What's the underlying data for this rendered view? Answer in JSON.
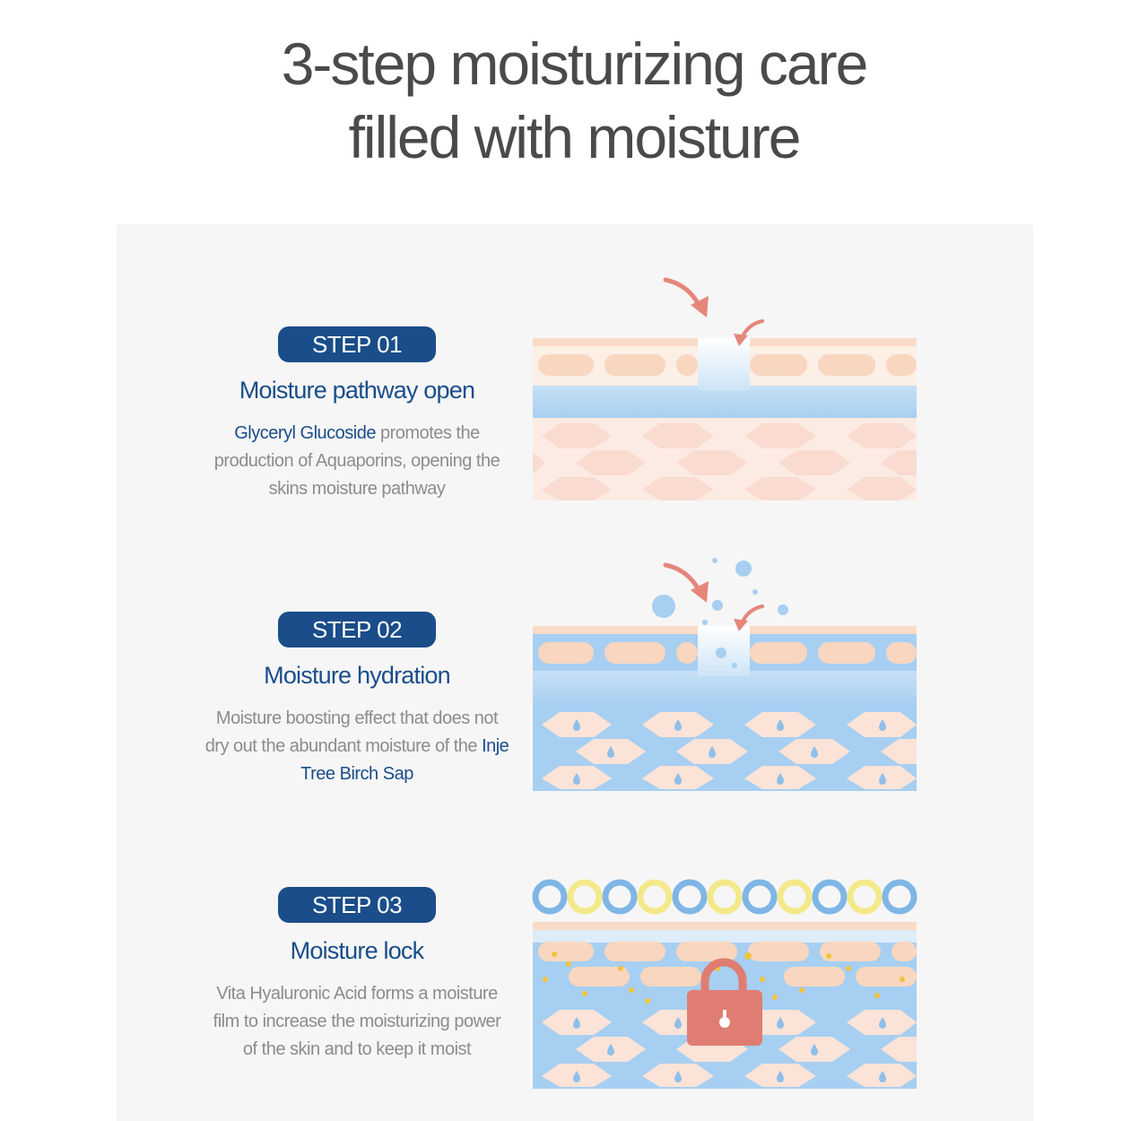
{
  "headline": {
    "line1": "3-step moisturizing care",
    "line2": "filled with moisture"
  },
  "steps": [
    {
      "badge": "STEP 01",
      "title": "Moisture pathway open",
      "desc_highlight": "Glyceryl Glucoside",
      "desc_rest": " promotes the production of Aquaporins, opening the skins moisture pathway"
    },
    {
      "badge": "STEP 02",
      "title": "Moisture hydration",
      "desc_lead": "Moisture boosting effect that does not dry out the abundant moisture of the ",
      "desc_highlight": "Inje Tree Birch Sap"
    },
    {
      "badge": "STEP 03",
      "title": "Moisture lock",
      "desc": "Vita Hyaluronic Acid  forms a moisture film to increase the moisturizing power of the skin and to keep it moist"
    }
  ],
  "icons": {
    "arrow": "arrow-icon",
    "droplet": "droplet-icon",
    "lock": "lock-icon",
    "ring": "ring-icon"
  },
  "colors": {
    "step_blue": "#1a4d8a",
    "headline_gray": "#4a4a4a",
    "desc_gray": "#8c8c8c",
    "skin_peach": "#f8d6bf",
    "skin_pale": "#fbe3d8",
    "water_blue": "#a7cff1",
    "arrow_coral": "#e6867b",
    "lock_coral": "#e07d72",
    "ring_yellow": "#f3e98a",
    "particle_gold": "#f0c43c"
  }
}
